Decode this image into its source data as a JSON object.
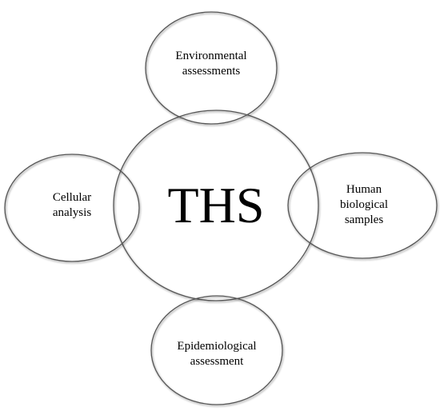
{
  "diagram": {
    "center": {
      "label": "THS"
    },
    "nodes": [
      {
        "id": "environmental",
        "lines": [
          "Environmental",
          "assessments"
        ]
      },
      {
        "id": "cellular",
        "lines": [
          "Cellular",
          "analysis"
        ]
      },
      {
        "id": "human",
        "lines": [
          "Human",
          "biological",
          "samples"
        ]
      },
      {
        "id": "epidemiological",
        "lines": [
          "Epidemiological",
          "assessment"
        ]
      }
    ],
    "colors": {
      "stroke": "#555555",
      "fill": "#ffffff",
      "text": "#000000"
    }
  }
}
